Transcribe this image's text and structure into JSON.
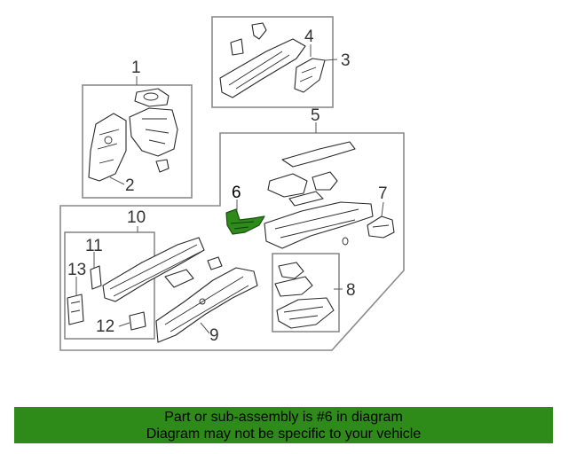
{
  "diagram": {
    "callouts": [
      {
        "id": "1",
        "label": "1"
      },
      {
        "id": "2",
        "label": "2"
      },
      {
        "id": "3",
        "label": "3"
      },
      {
        "id": "4",
        "label": "4"
      },
      {
        "id": "5",
        "label": "5"
      },
      {
        "id": "6",
        "label": "6"
      },
      {
        "id": "7",
        "label": "7"
      },
      {
        "id": "8",
        "label": "8"
      },
      {
        "id": "9",
        "label": "9"
      },
      {
        "id": "10",
        "label": "10"
      },
      {
        "id": "11",
        "label": "11"
      },
      {
        "id": "12",
        "label": "12"
      },
      {
        "id": "13",
        "label": "13"
      }
    ],
    "highlighted_part": "6",
    "highlight_color": "#2e8b1a"
  },
  "banner": {
    "line1": "Part or sub-assembly is #6 in diagram",
    "line2": "Diagram may not be specific to your vehicle",
    "background": "#2e8b1a"
  }
}
